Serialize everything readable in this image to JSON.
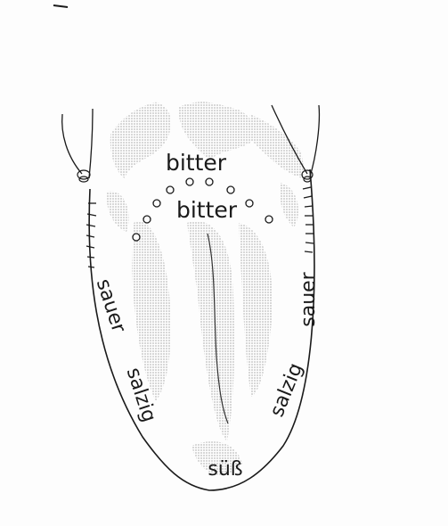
{
  "diagram": {
    "labels": {
      "bitter_top": "bitter",
      "bitter_inner": "bitter",
      "sauer_left": "sauer",
      "salzig_left": "salzig",
      "sauer_right": "sauer",
      "salzig_right": "salzig",
      "suess": "süß"
    }
  },
  "colors": {
    "background": "#fdfdfd",
    "ink": "#1a1a1a",
    "shading": "#c9c9c9"
  }
}
